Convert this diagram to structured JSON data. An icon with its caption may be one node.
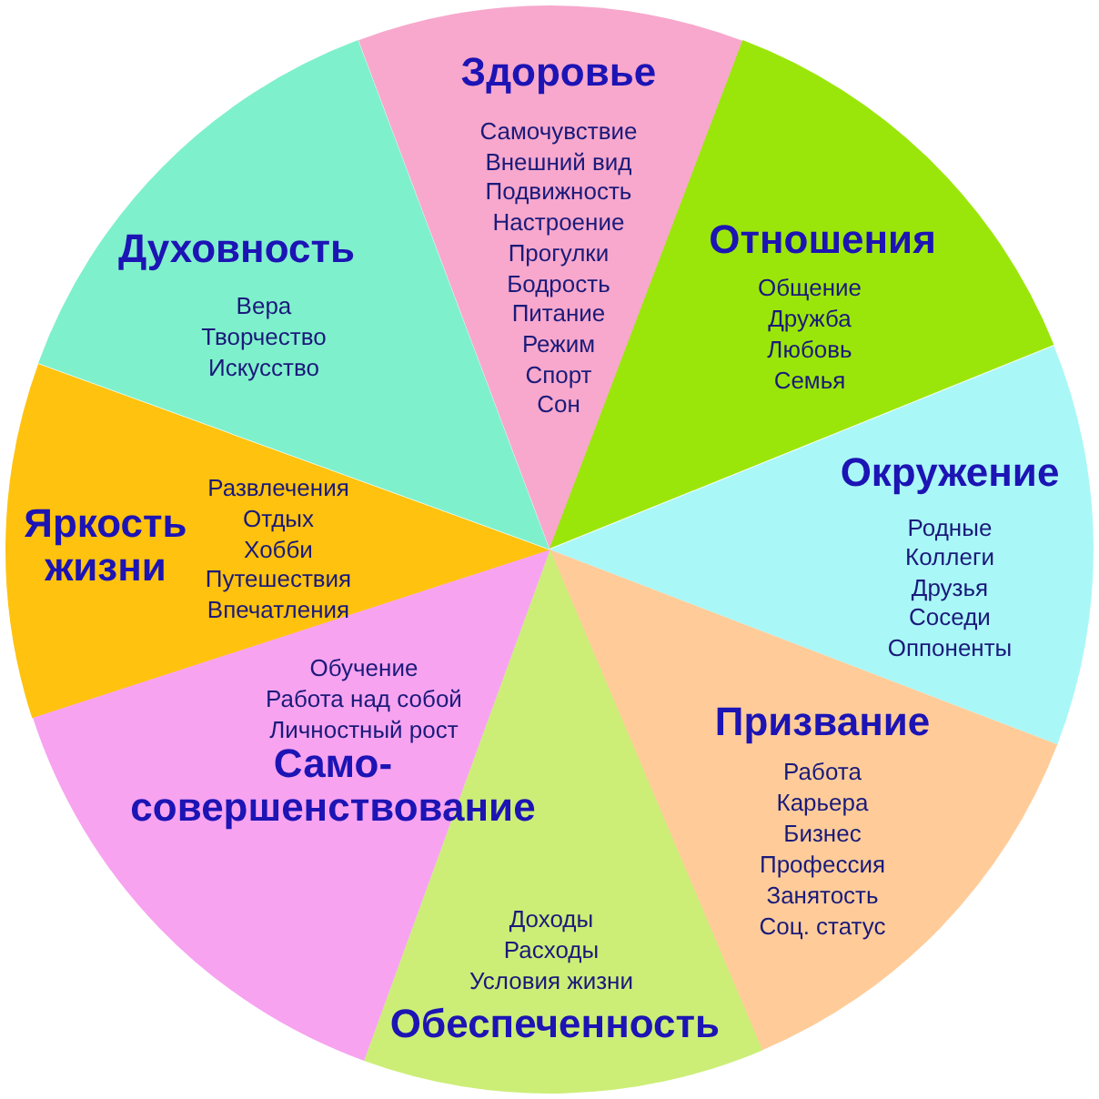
{
  "diagram": {
    "nodes": [
      {
        "text": [
          "Здоровье",
          "Самочувствие",
          "Внешний вид",
          "Подвижность",
          "Настроение",
          "Прогулки",
          "Бодрость",
          "Питание",
          "Режим",
          "Спорт",
          "Сон"
        ]
      },
      {
        "text": [
          "Отношения",
          "Общение",
          "Дружба",
          "Любовь",
          "Семья"
        ]
      },
      {
        "text": [
          "Окружение",
          "Родные",
          "Коллеги",
          "Друзья",
          "Соседи",
          "Оппоненты"
        ]
      },
      {
        "text": [
          "Призвание",
          "Работа",
          "Карьера",
          "Бизнес",
          "Профессия",
          "Занятость",
          "Соц. статус"
        ]
      },
      {
        "text": [
          "Обеспеченность",
          "Доходы",
          "Расходы",
          "Условия жизни"
        ]
      },
      {
        "text": [
          "Само- совершенствование",
          "Обучение",
          "Работа над собой",
          "Личностный рост"
        ]
      },
      {
        "text": [
          "Яркость жизни",
          "Развлечения",
          "Отдых",
          "Хобби",
          "Путешествия",
          "Впечатления"
        ]
      },
      {
        "text": [
          "Духовность",
          "Вера",
          "Творчество",
          "Искусство"
        ]
      }
    ]
  }
}
